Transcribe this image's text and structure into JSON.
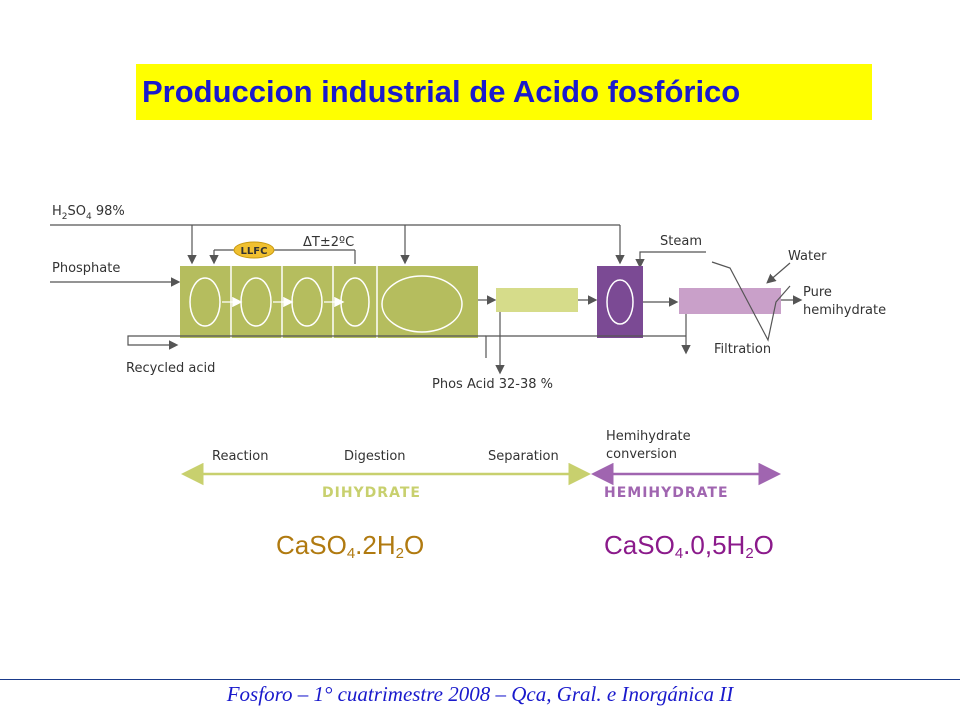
{
  "title": "Produccion industrial de Acido  fosfórico",
  "diagram": {
    "h2so4_main": "H",
    "h2so4_sub1": "2",
    "h2so4_mid": "SO",
    "h2so4_sub2": "4",
    "h2so4_tail": " 98%",
    "phosphate": "Phosphate",
    "llfc": "LLFC",
    "delta_t": "ΔT±2ºC",
    "steam": "Steam",
    "water": "Water",
    "pure": "Pure",
    "hemihydrate": "hemihydrate",
    "filtration": "Filtration",
    "recycled_acid": "Recycled acid",
    "phos_acid": "Phos Acid 32-38 %"
  },
  "stages": {
    "reaction": "Reaction",
    "digestion": "Digestion",
    "separation": "Separation",
    "hemi_conv_1": "Hemihydrate",
    "hemi_conv_2": "conversion",
    "dihydrate": "DIHYDRATE",
    "hemihydrate_phase": "HEMIHYDRATE"
  },
  "formulas": {
    "dihydrate": {
      "a": "CaSO",
      "s1": "4",
      "b": ".2H",
      "s2": "2",
      "c": "O"
    },
    "hemihydrate": {
      "a": "CaSO",
      "s1": "4",
      "b": ".0,5H",
      "s2": "2",
      "c": "O"
    }
  },
  "footer": "Fosforo  – 1° cuatrimestre 2008 – Qca, Gral. e Inorgánica II",
  "colors": {
    "title_bg": "#ffff00",
    "title_text": "#1a1acc",
    "reactor": "#b5bd5e",
    "separator": "#d6dc8a",
    "hemi_reactor": "#7b4a94",
    "filter": "#c9a0c9",
    "dihydrate_phase": "#c8d06e",
    "hemihydrate_phase": "#a065b0"
  }
}
